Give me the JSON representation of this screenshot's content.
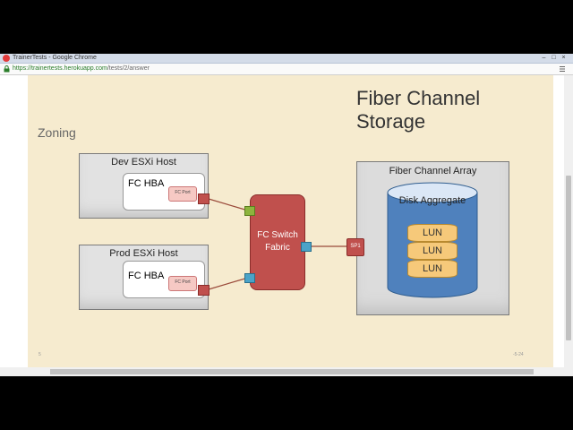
{
  "browser": {
    "title": "TrainerTests - Google Chrome",
    "url_host": "https://trainertests.herokuapp.com",
    "url_path": "/tests/2/answer"
  },
  "slide": {
    "title": "Fiber Channel Storage",
    "subtitle": "Zoning",
    "dev_host": {
      "label": "Dev ESXi Host",
      "hba": "FC HBA",
      "port": "FC Port"
    },
    "prod_host": {
      "label": "Prod ESXi Host",
      "hba": "FC HBA",
      "port": "FC Port"
    },
    "switch_label": "FC Switch\nFabric",
    "array": {
      "label": "Fiber Channel Array",
      "sp_label": "SP1",
      "disk_label": "Disk Aggregate",
      "luns": [
        "LUN",
        "LUN",
        "LUN"
      ]
    },
    "footer_left": "5",
    "footer_right": "-5-24"
  },
  "colors": {
    "red": "#c0504d",
    "blue": "#4ba3c8",
    "green": "#8db43e",
    "disk_blue": "#4f81bd",
    "lun": "#f6c97a"
  },
  "icons": {
    "lock": "lock-icon",
    "menu": "menu-icon"
  }
}
